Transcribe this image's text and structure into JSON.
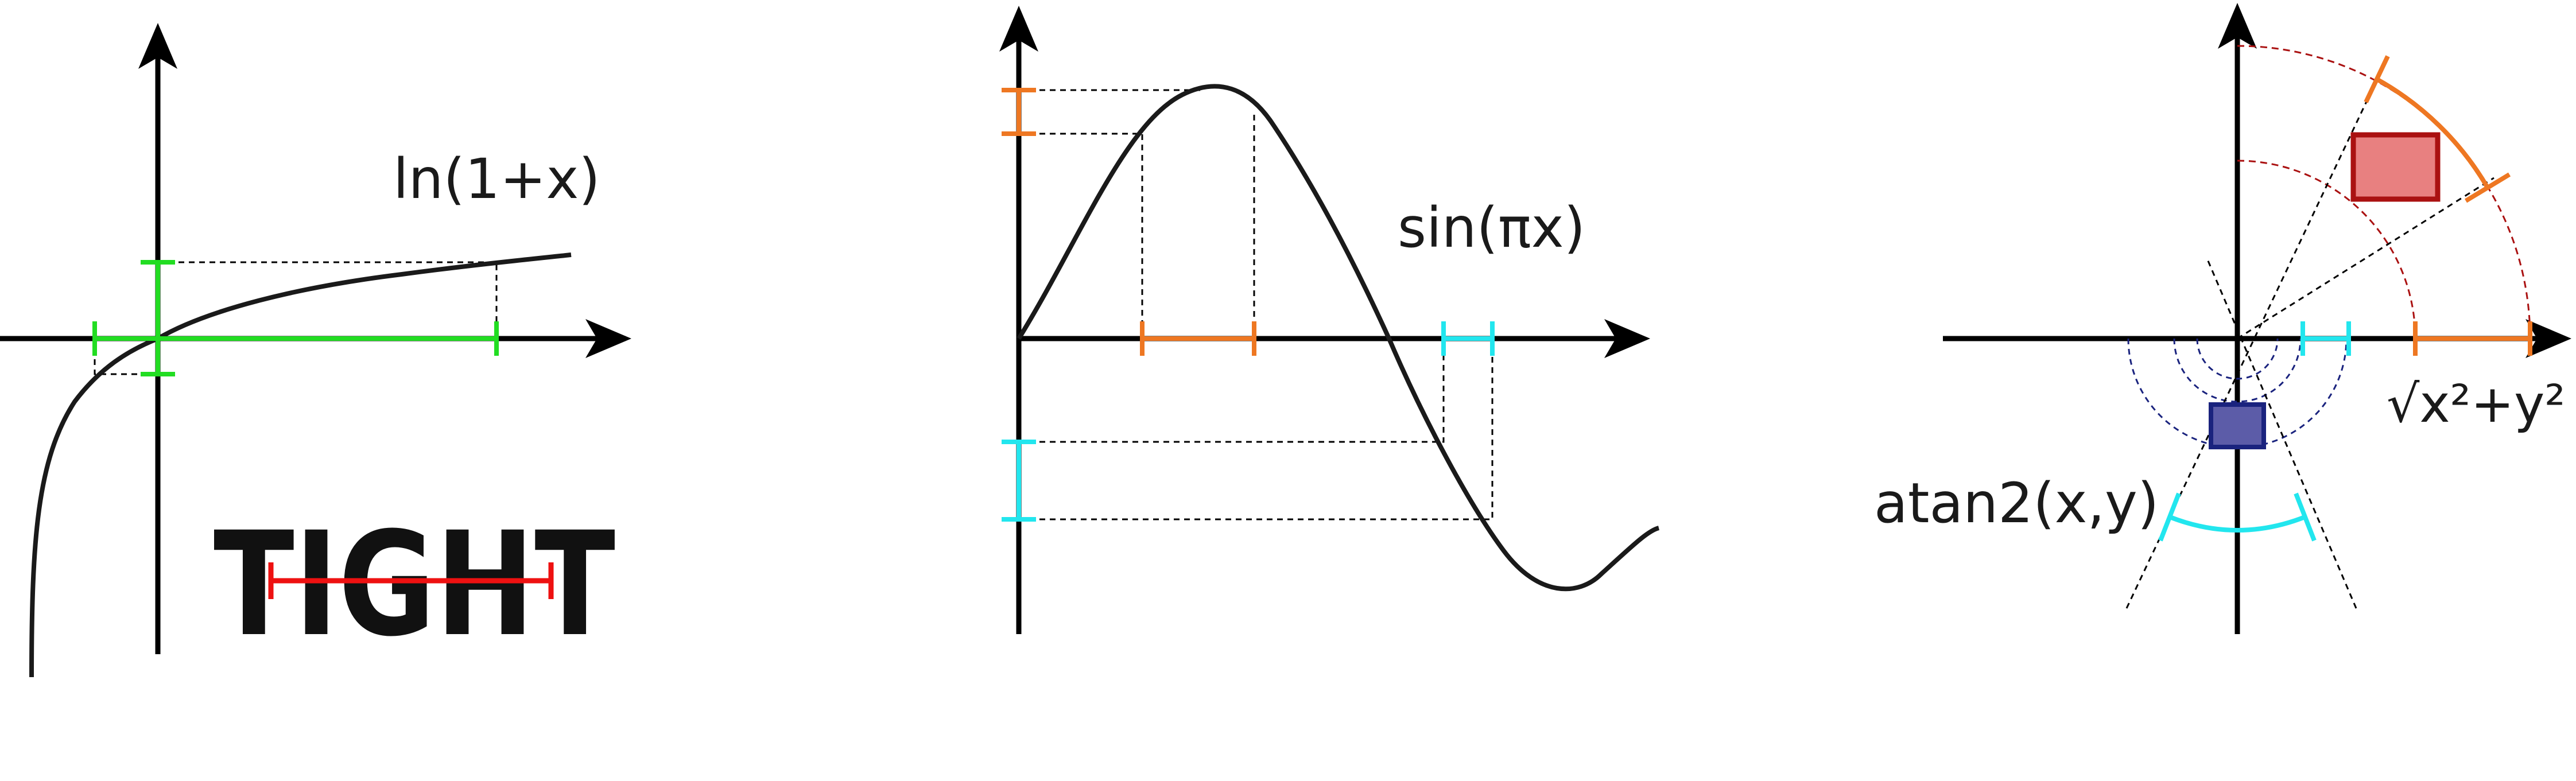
{
  "panels": [
    {
      "label": "ln(1+x)"
    },
    {
      "label": "sin(πx)"
    },
    {
      "label_radius": "√x²+y²",
      "label_angle": "atan2(x,y)"
    }
  ],
  "tight_word": "TIGHT",
  "colors": {
    "axis": "#000000",
    "curve": "#1a1a1a",
    "green": "#22dd22",
    "orange": "#ee7722",
    "cyan": "#22e6ee",
    "red": "#ee1111",
    "dark_red": "#aa1111",
    "red_fill": "#e88080",
    "navy": "#1a237e",
    "navy_fill": "#5c5ca8"
  }
}
